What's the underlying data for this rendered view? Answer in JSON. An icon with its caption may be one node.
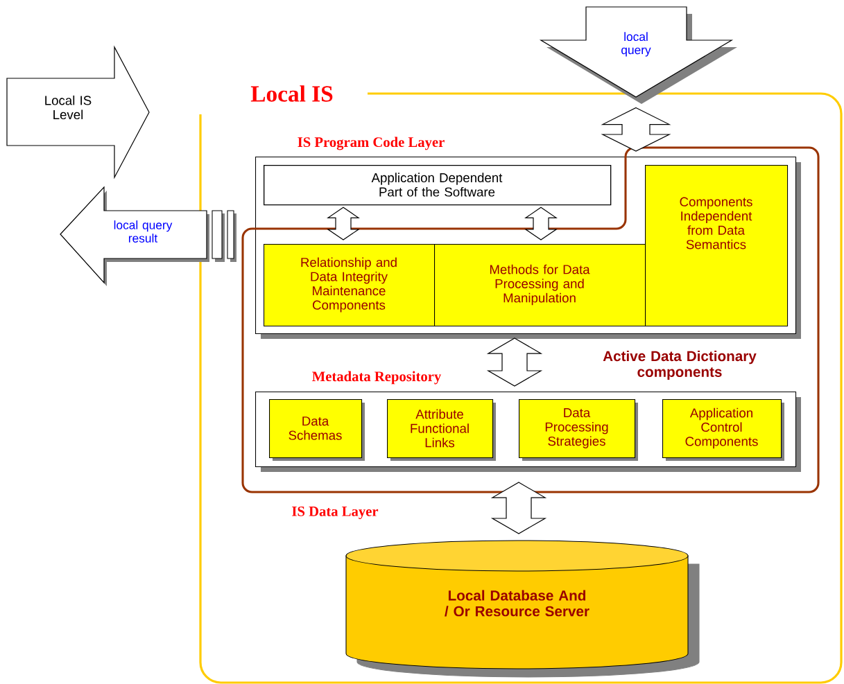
{
  "diagram": {
    "nodes": [
      {
        "text": [
          "Local IS"
        ]
      },
      {
        "text": [
          "IS Program Code Layer"
        ],
        "in": 11
      },
      {
        "text": [
          "Application Dependent Part of the Software"
        ],
        "in": 1
      },
      {
        "text": [
          "Relationship and Data Integrity Maintenance Components"
        ],
        "in": 1
      },
      {
        "text": [
          "Methods for Data Processing and Manipulation"
        ],
        "in": 1
      },
      {
        "text": [
          "Components Independent from Data Semantics"
        ],
        "in": 1
      },
      {
        "text": [
          "Metadata Repository"
        ],
        "in": 11
      },
      {
        "text": [
          "Data Schemas"
        ],
        "in": 6
      },
      {
        "text": [
          "Attribute Functional Links"
        ],
        "in": 6
      },
      {
        "text": [
          "Data Processing Strategies"
        ],
        "in": 6
      },
      {
        "text": [
          "Application Control Components"
        ],
        "in": 6
      },
      {
        "text": [
          "Active Data Dictionary components"
        ],
        "in": 0
      },
      {
        "text": [
          "Local Database And / Or Resource Server"
        ],
        "in": 0
      },
      {
        "text": [
          "Local IS Level"
        ]
      },
      {
        "text": [
          "local query"
        ]
      },
      {
        "text": [
          "local query result"
        ]
      }
    ],
    "edges": [
      {
        "from": 2,
        "to": 3,
        "arrow": "both"
      },
      {
        "from": 2,
        "to": 4,
        "arrow": "both"
      },
      {
        "from": 1,
        "to": 6,
        "arrow": "both"
      },
      {
        "from": 6,
        "to": 12,
        "arrow": "both"
      },
      {
        "from": 14,
        "to": 11,
        "arrow": "both"
      }
    ],
    "labels": [
      "IS Data Layer"
    ]
  }
}
